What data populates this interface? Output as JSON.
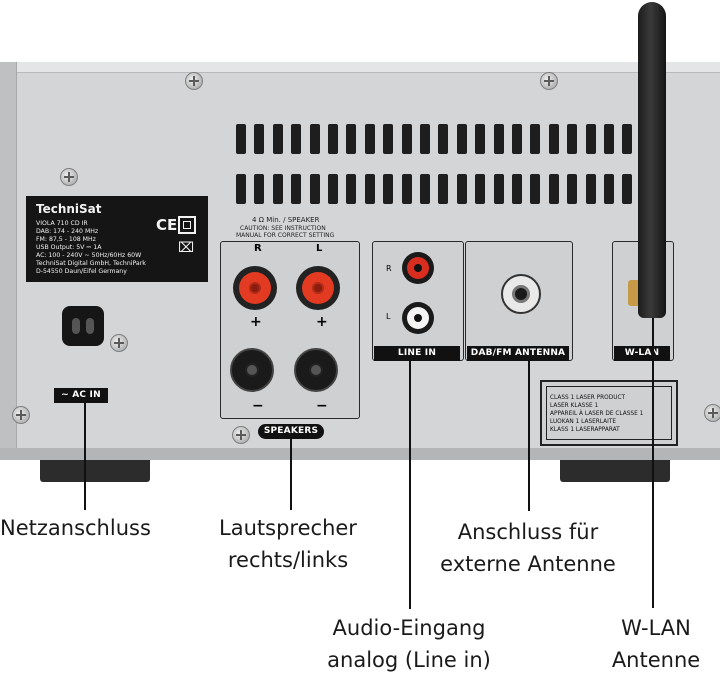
{
  "device": {
    "brand": "TechniSat",
    "label_lines": [
      "VIOLA 710 CD IR",
      "DAB: 174 - 240 MHz",
      "FM: 87,5 - 108 MHz",
      "USB Output: 5V ⎓ 1A",
      "AC: 100 - 240V ~ 50Hz/60Hz 60W",
      "TechniSat Digital GmbH, TechniPark",
      "D-54550 Daun/Eifel Germany"
    ],
    "ce_mark": "CE",
    "speaker_warning": [
      "4 Ω Min. / SPEAKER",
      "CAUTION: SEE INSTRUCTION",
      "MANUAL FOR CORRECT SETTING"
    ],
    "speaker_r": "R",
    "speaker_l": "L",
    "plus": "+",
    "minus": "−",
    "linein_r": "R",
    "linein_l": "L",
    "tags": {
      "ac_in": "~ AC IN",
      "speakers": "SPEAKERS",
      "line_in": "LINE IN",
      "dab_fm": "DAB/FM ANTENNA",
      "wlan": "W-LAN"
    },
    "laser_lines": [
      "CLASS 1 LASER PRODUCT",
      "LASER KLASSE 1",
      "APPAREIL À LASER DE CLASSE 1",
      "LUOKAN 1 LASERLAITE",
      "KLASS 1 LASERAPPARAT"
    ],
    "icons": [
      "screw-icon",
      "ce-icon",
      "double-insulation-icon",
      "weee-bin-icon"
    ]
  },
  "captions": {
    "power": "Netzanschluss",
    "speakers": [
      "Lautsprecher",
      "rechts/links"
    ],
    "antenna_ext": [
      "Anschluss für",
      "externe Antenne"
    ],
    "audio_in": [
      "Audio-Eingang",
      "analog (Line in)"
    ],
    "wlan": [
      "W-LAN",
      "Antenne"
    ]
  }
}
